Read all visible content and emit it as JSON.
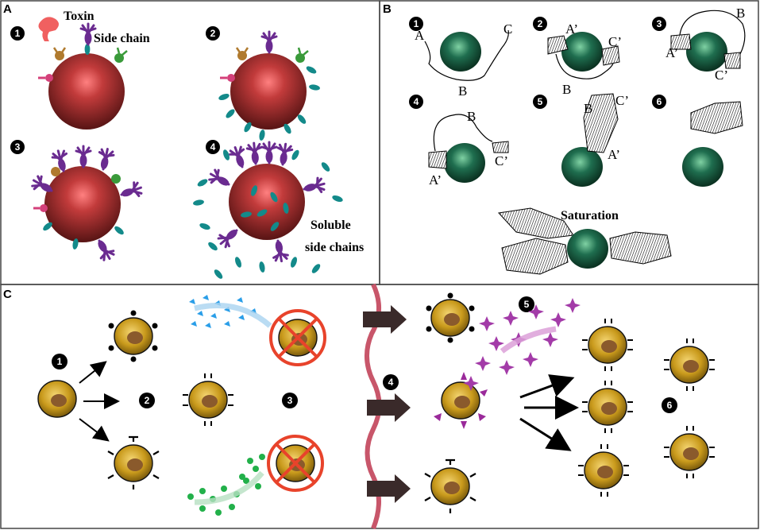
{
  "panels": {
    "a": "A",
    "b": "B",
    "c": "C"
  },
  "panel_a": {
    "steps": [
      "1",
      "2",
      "3",
      "4"
    ],
    "toxin_label": "Toxin",
    "side_chain_label": "Side chain",
    "soluble_label_1": "Soluble",
    "soluble_label_2": "side chains"
  },
  "panel_b": {
    "steps": [
      "1",
      "2",
      "3",
      "4",
      "5",
      "6"
    ],
    "letters": {
      "a": "A",
      "b": "B",
      "c": "C",
      "a_prime": "A’",
      "c_prime": "C’"
    },
    "saturation_label": "Saturation"
  },
  "panel_c": {
    "steps": [
      "1",
      "2",
      "3",
      "4",
      "5",
      "6"
    ]
  },
  "colors": {
    "cell_red": "#8e2a2a",
    "antigen_green": "#1f6e4f",
    "receptor_purple": "#6a2b90",
    "side_chain_teal": "#138a8a",
    "cell_gold": "#c99a1c",
    "nucleus_brown": "#8a5a2c",
    "block_red": "#e8432b",
    "membrane_pink": "#c8566a"
  }
}
